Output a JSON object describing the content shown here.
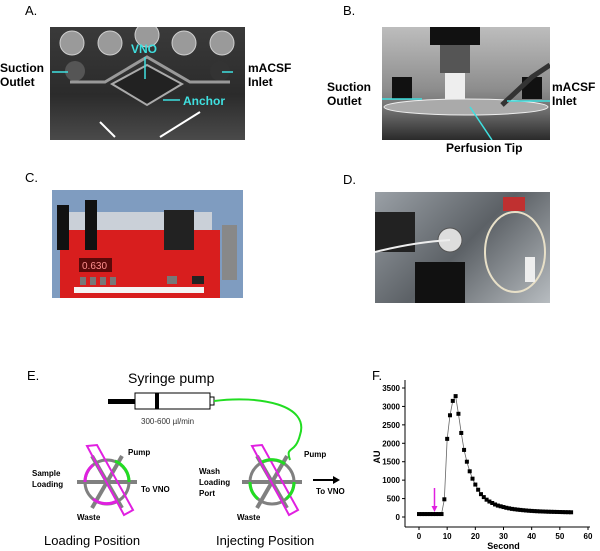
{
  "panels": {
    "a": {
      "label": "A.",
      "annotations": {
        "suction": [
          "Suction",
          "Outlet"
        ],
        "inlet": [
          "mACSF",
          "Inlet"
        ],
        "vno": "VNO",
        "anchor": "Anchor"
      }
    },
    "b": {
      "label": "B.",
      "annotations": {
        "suction": [
          "Suction",
          "Outlet"
        ],
        "inlet": [
          "mACSF",
          "Inlet"
        ],
        "tip": "Perfusion Tip"
      }
    },
    "c": {
      "label": "C.",
      "display": "0.630"
    },
    "d": {
      "label": "D."
    },
    "e": {
      "label": "E.",
      "title": "Syringe pump",
      "flow_rate": "300-600 µl/min",
      "loading": {
        "pump": "Pump",
        "sample": [
          "Sample",
          "Loading"
        ],
        "to_vno": "To VNO",
        "waste": "Waste",
        "caption": "Loading Position"
      },
      "injecting": {
        "pump": "Pump",
        "wash": [
          "Wash",
          "Loading",
          "Port"
        ],
        "to_vno": "To VNO",
        "waste": "Waste",
        "caption": "Injecting Position"
      },
      "colors": {
        "sample_loop": "#e020e0",
        "flow_path": "#22dd22",
        "valve": "#808080"
      }
    },
    "f": {
      "label": "F."
    }
  },
  "chart_data": {
    "type": "scatter",
    "xlabel": "Second",
    "ylabel": "AU",
    "xlim": [
      0,
      60
    ],
    "ylim": [
      0,
      3500
    ],
    "xticks": [
      0,
      10,
      20,
      30,
      40,
      50,
      60
    ],
    "yticks": [
      0,
      500,
      1000,
      1500,
      2000,
      2500,
      3000,
      3500
    ],
    "stimulus_arrow_x": 5.5,
    "arrow_color": "#e020e0",
    "points": [
      [
        0,
        80
      ],
      [
        1,
        80
      ],
      [
        2,
        80
      ],
      [
        3,
        80
      ],
      [
        4,
        80
      ],
      [
        5,
        80
      ],
      [
        6,
        80
      ],
      [
        7,
        80
      ],
      [
        8,
        80
      ],
      [
        9,
        480
      ],
      [
        10,
        2120
      ],
      [
        11,
        2760
      ],
      [
        12,
        3150
      ],
      [
        13,
        3280
      ],
      [
        14,
        2800
      ],
      [
        15,
        2280
      ],
      [
        16,
        1820
      ],
      [
        17,
        1500
      ],
      [
        18,
        1240
      ],
      [
        19,
        1040
      ],
      [
        20,
        880
      ],
      [
        21,
        740
      ],
      [
        22,
        620
      ],
      [
        23,
        540
      ],
      [
        24,
        470
      ],
      [
        25,
        420
      ],
      [
        26,
        380
      ],
      [
        27,
        340
      ],
      [
        28,
        310
      ],
      [
        29,
        290
      ],
      [
        30,
        270
      ],
      [
        31,
        250
      ],
      [
        32,
        235
      ],
      [
        33,
        220
      ],
      [
        34,
        210
      ],
      [
        35,
        200
      ],
      [
        36,
        192
      ],
      [
        37,
        184
      ],
      [
        38,
        177
      ],
      [
        39,
        170
      ],
      [
        40,
        165
      ],
      [
        41,
        160
      ],
      [
        42,
        156
      ],
      [
        43,
        152
      ],
      [
        44,
        149
      ],
      [
        45,
        146
      ],
      [
        46,
        143
      ],
      [
        47,
        141
      ],
      [
        48,
        139
      ],
      [
        49,
        137
      ],
      [
        50,
        135
      ],
      [
        51,
        133
      ],
      [
        52,
        131
      ],
      [
        53,
        130
      ],
      [
        54,
        128
      ]
    ]
  }
}
